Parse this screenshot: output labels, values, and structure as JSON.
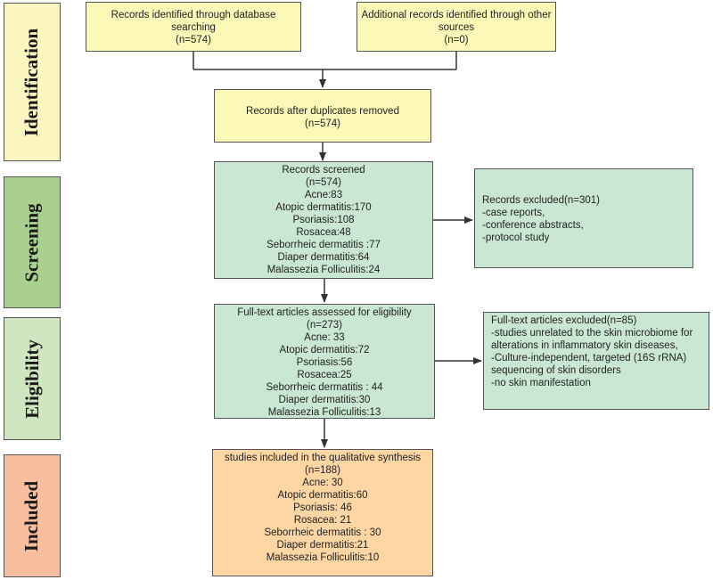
{
  "stages": {
    "identification": "Identification",
    "screening": "Screening",
    "eligibility": "Eligibility",
    "included": "Included"
  },
  "boxes": {
    "db_search": [
      "Records identified through database",
      "searching",
      "(n=574)"
    ],
    "other_sources": [
      "Additional records identified through other",
      "sources",
      "(n=0)"
    ],
    "duplicates_removed": [
      "Records after duplicates removed",
      "(n=574)"
    ],
    "screened": [
      "Records screened",
      "(n=574)",
      "Acne:83",
      "Atopic dermatitis:170",
      "Psoriasis:108",
      "Rosacea:48",
      "Seborrheic dermatitis :77",
      "Diaper dermatitis:64",
      "Malassezia Folliculitis:24"
    ],
    "excluded_records": [
      "Records excluded(n=301)",
      "-case reports,",
      "-conference abstracts,",
      " -protocol study"
    ],
    "fulltext_assessed": [
      "Full-text articles assessed for eligibility",
      "(n=273)",
      "Acne: 33",
      "Atopic dermatitis:72",
      "Psoriasis:56",
      "Rosacea:25",
      "Seborrheic dermatitis : 44",
      "Diaper dermatitis:30",
      "Malassezia Folliculitis:13"
    ],
    "fulltext_excluded": [
      "Full-text articles excluded(n=85)",
      "-studies unrelated to the skin microbiome for",
      "alterations in inflammatory skin diseases,",
      "-Culture-independent, targeted (16S rRNA)",
      "sequencing of skin disorders",
      "-no skin manifestation"
    ],
    "included_studies": [
      "studies included in the qualitative synthesis",
      "(n=188)",
      "Acne: 30",
      "Atopic dermatitis:60",
      "Psoriasis: 46",
      "Rosacea: 21",
      "Seborrheic dermatitis : 30",
      "Diaper dermatitis:21",
      "Malassezia Folliculitis:10"
    ]
  },
  "colors": {
    "identification_fill": "#fcf8b8",
    "screening_fill": "#c9e7d2",
    "included_fill": "#fdd6a4",
    "stage_identification": "#fbf6bf",
    "stage_screening": "#a9d08e",
    "stage_eligibility": "#cfe7c0",
    "stage_included": "#f7bfa0"
  }
}
